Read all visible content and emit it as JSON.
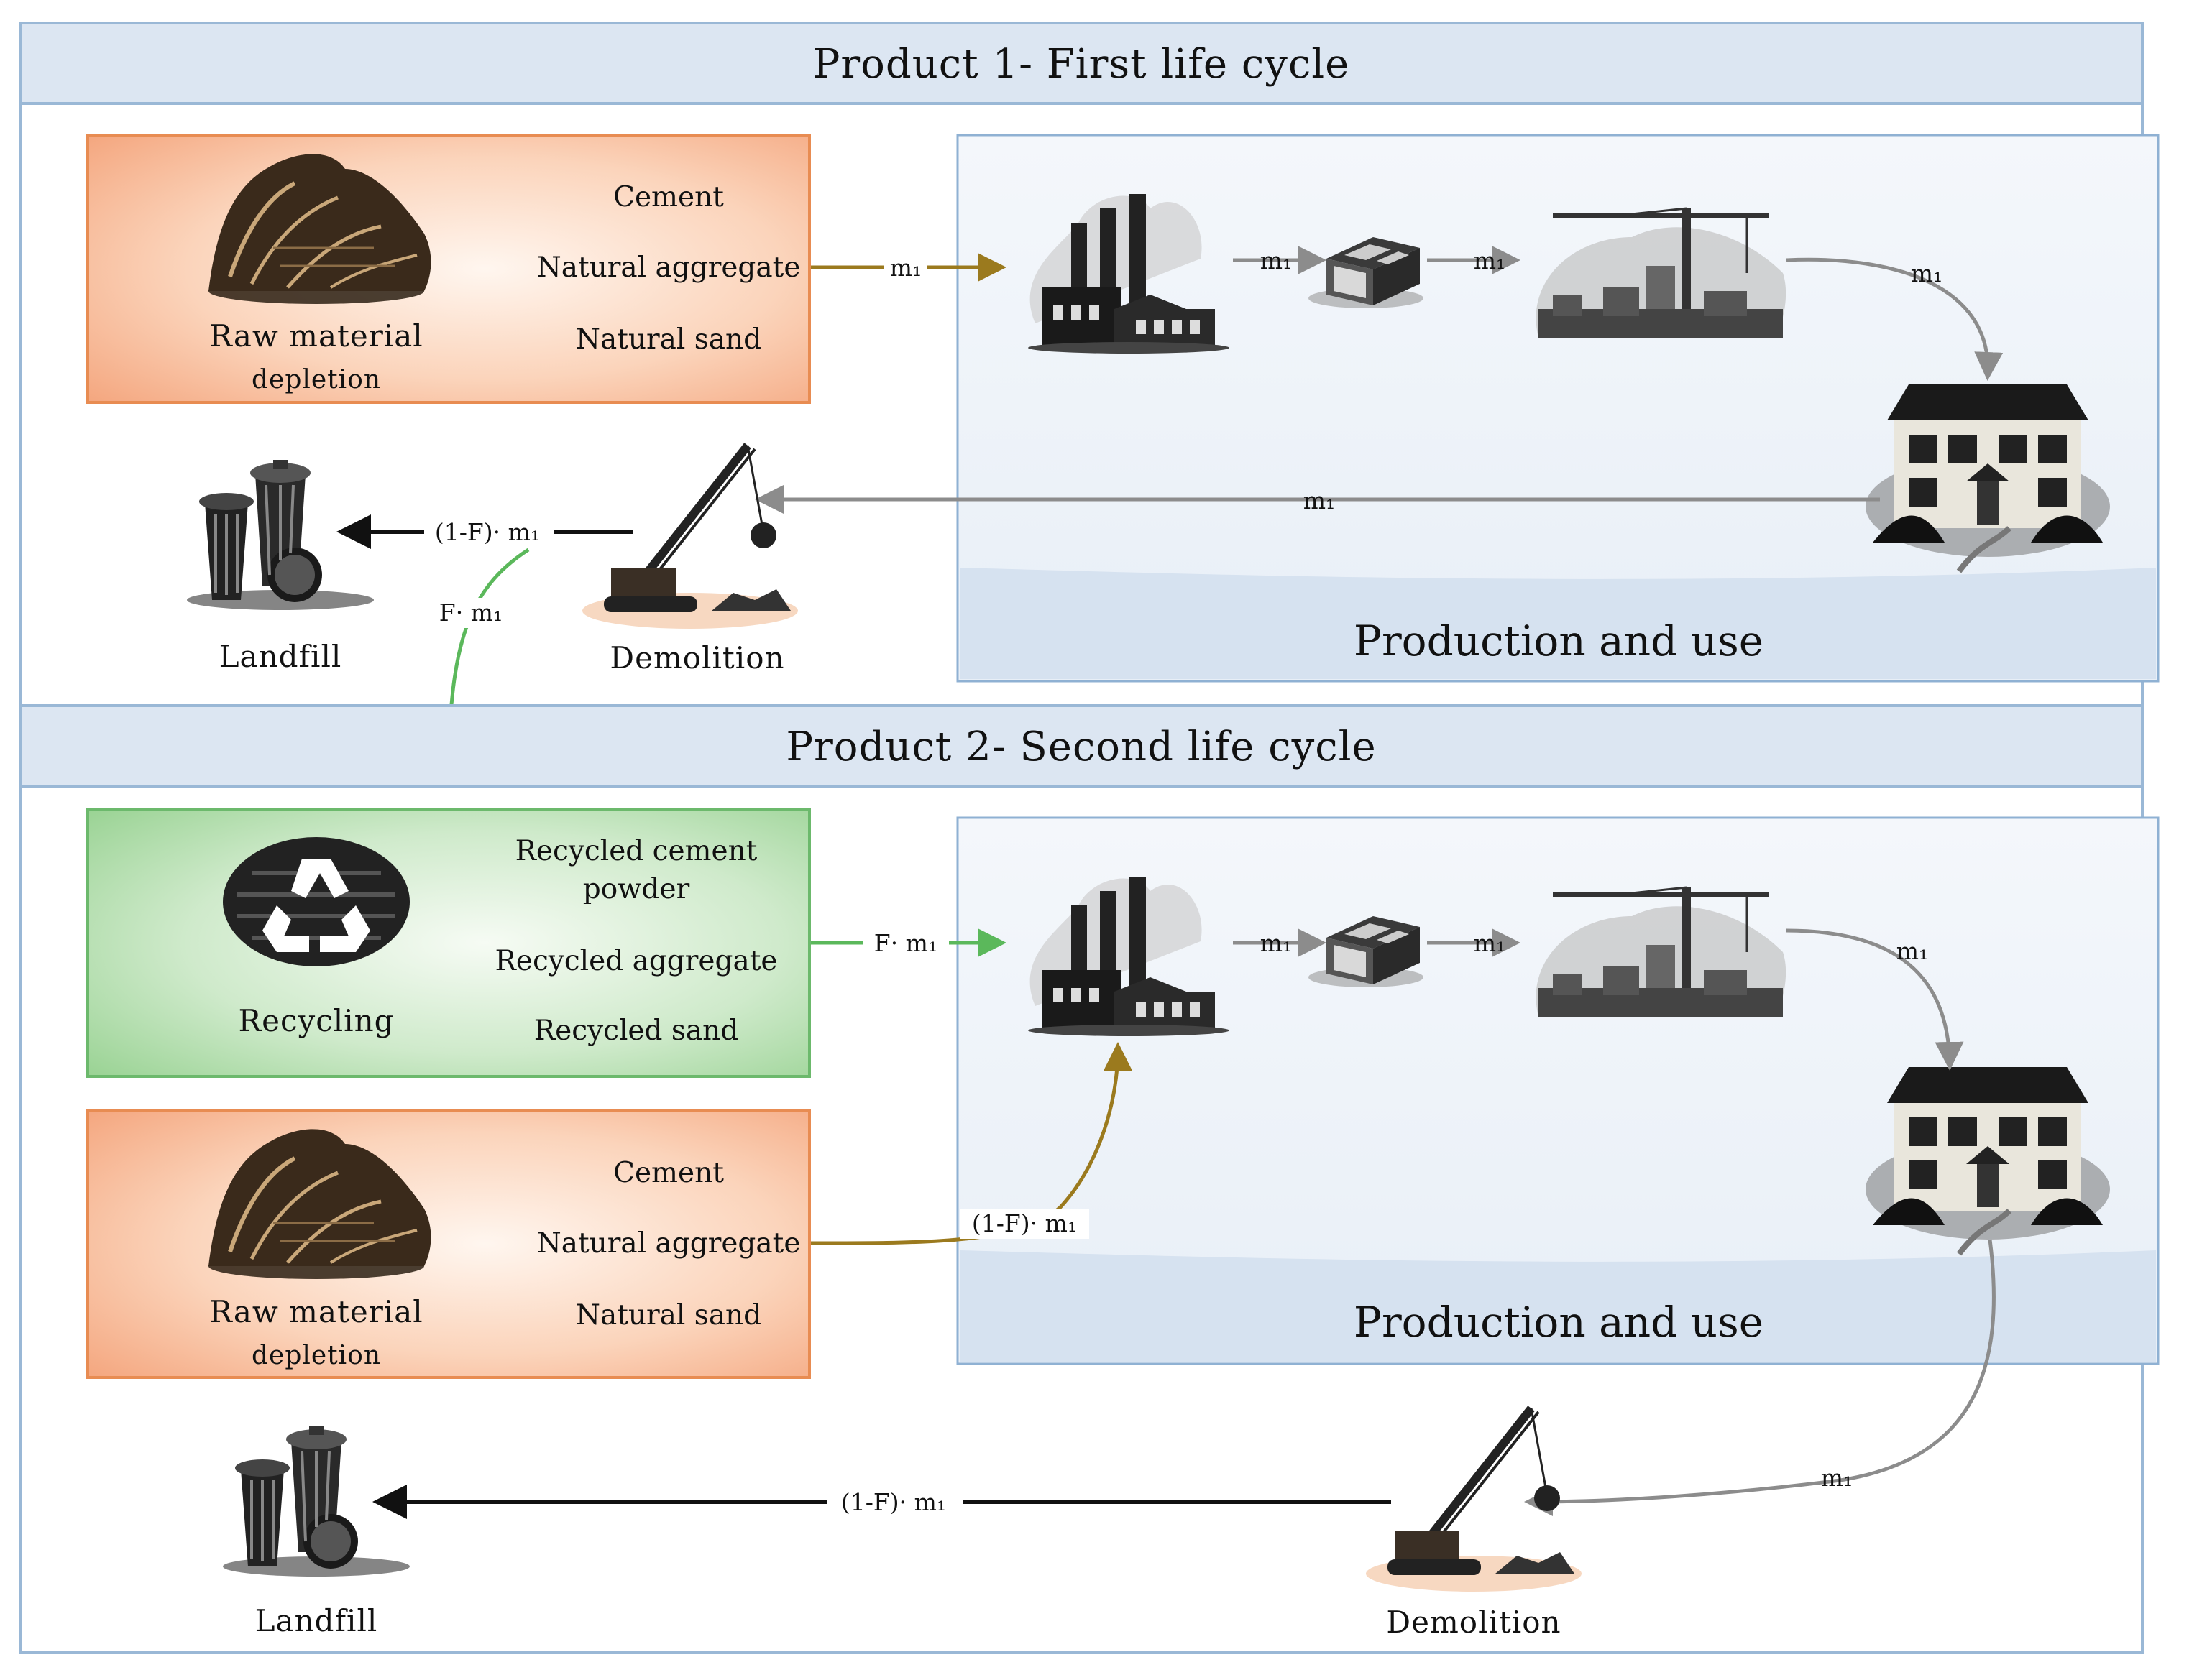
{
  "cycle1": {
    "title": "Product 1- First life cycle",
    "raw": {
      "caption_line1": "Raw material",
      "caption_line2": "depletion",
      "items": [
        "Cement",
        "Natural aggregate",
        "Natural sand"
      ]
    },
    "production_label": "Production and use",
    "flows": {
      "raw_to_factory": "m₁",
      "factory_to_block": "m₁",
      "block_to_construction": "m₁",
      "construction_to_house": "m₁",
      "house_to_demolition": "m₁",
      "demolition_to_landfill": "(1-F)· m₁",
      "demolition_to_recycling": "F· m₁"
    },
    "landfill_label": "Landfill",
    "demolition_label": "Demolition"
  },
  "cycle2": {
    "title": "Product 2- Second life cycle",
    "recycling": {
      "caption": "Recycling",
      "items": [
        "Recycled cement",
        "powder",
        "Recycled  aggregate",
        "Recycled sand"
      ]
    },
    "raw": {
      "caption_line1": "Raw material",
      "caption_line2": "depletion",
      "items": [
        "Cement",
        "Natural aggregate",
        "Natural sand"
      ]
    },
    "production_label": "Production and use",
    "flows": {
      "recycling_to_factory": "F· m₁",
      "raw_to_factory": "(1-F)· m₁",
      "factory_to_block": "m₁",
      "block_to_construction": "m₁",
      "construction_to_house": "m₁",
      "house_to_demolition": "m₁",
      "demolition_to_landfill": "(1-F)· m₁"
    },
    "landfill_label": "Landfill",
    "demolition_label": "Demolition"
  },
  "colors": {
    "header_fill": "#dce6f2",
    "panel_fill": "#eef3f9",
    "panel_band": "#d6e2f0",
    "panel_border": "#8fb1d3",
    "raw_fill": "#f6b48f",
    "recycle_fill": "#a5d9a5",
    "arrow_gray": "#8c8c8c",
    "arrow_brown": "#9b7a1e",
    "arrow_green": "#5bb85b",
    "arrow_black": "#111111"
  }
}
